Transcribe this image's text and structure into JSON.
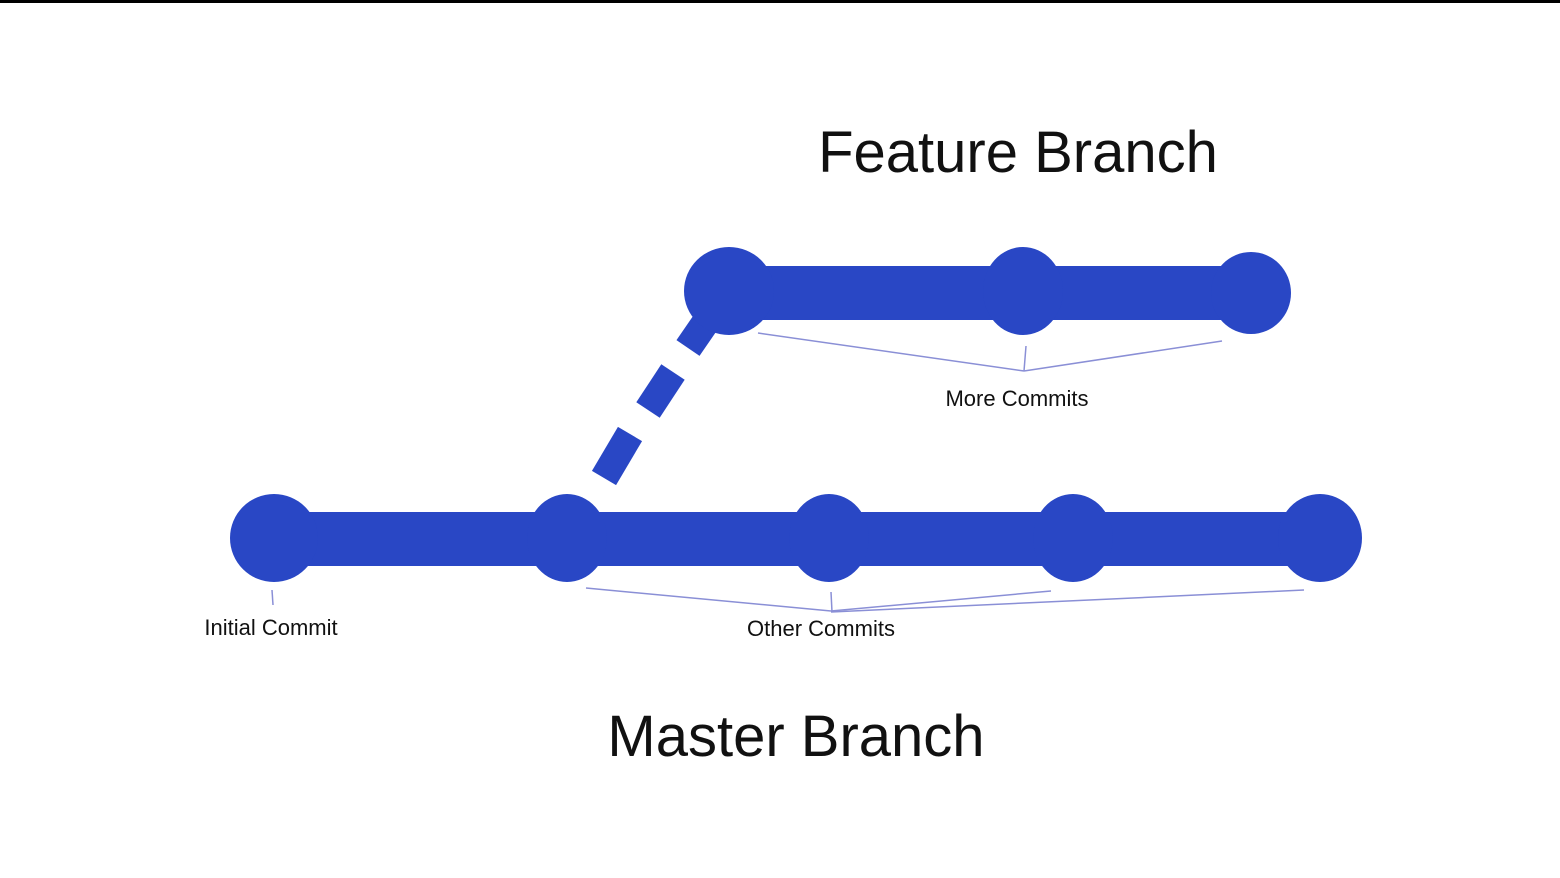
{
  "colors": {
    "branch": "#2947c5",
    "bracket": "#8a8fd6",
    "text": "#111111",
    "background": "#ffffff"
  },
  "feature_branch": {
    "title": "Feature Branch",
    "commits": 3,
    "more_commits_label": "More Commits"
  },
  "master_branch": {
    "title": "Master Branch",
    "commits": 5,
    "initial_commit_label": "Initial Commit",
    "other_commits_label": "Other Commits"
  },
  "branch_point": "master commit 2"
}
